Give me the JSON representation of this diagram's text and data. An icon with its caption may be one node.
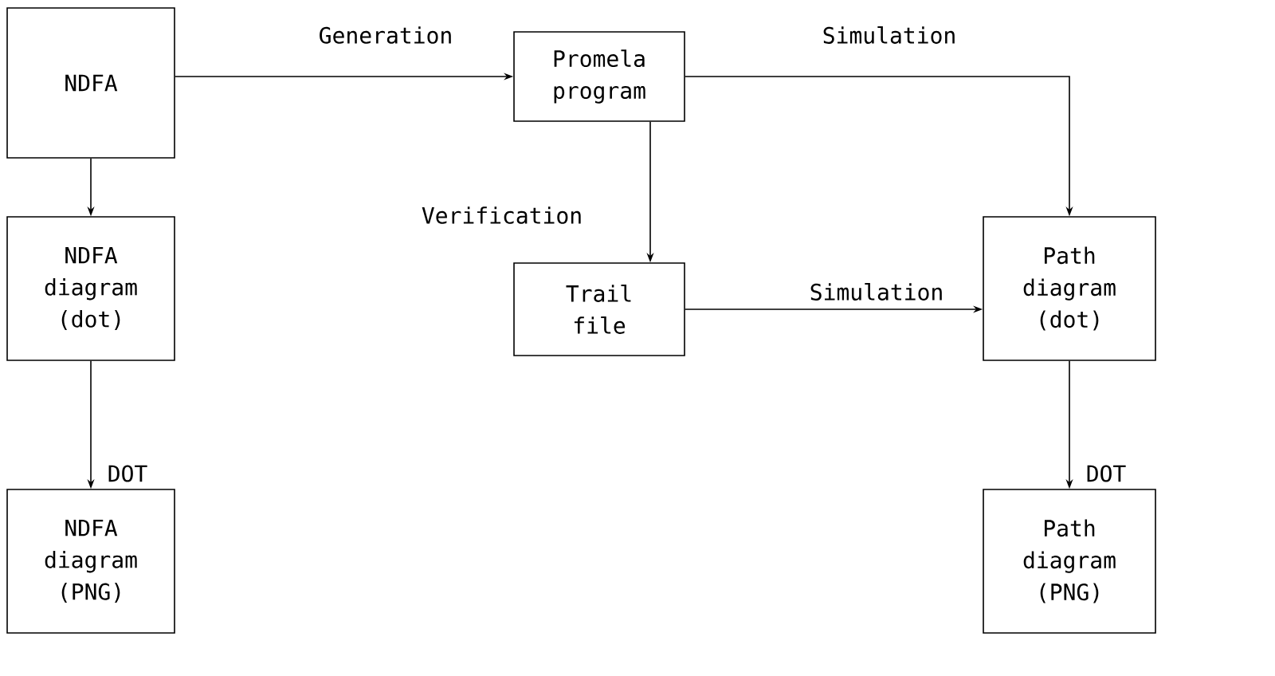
{
  "diagram": {
    "nodes": [
      {
        "text": [
          "NDFA"
        ]
      },
      {
        "text": [
          "Promela program"
        ]
      },
      {
        "text": [
          "NDFA diagram (dot)"
        ]
      },
      {
        "text": [
          "Trail file"
        ]
      },
      {
        "text": [
          "Path diagram (dot)"
        ]
      },
      {
        "text": [
          "NDFA diagram (PNG)"
        ]
      },
      {
        "text": [
          "Path diagram (PNG)"
        ]
      }
    ],
    "edges": [
      {
        "from": 0,
        "to": 1,
        "arrow": "to",
        "label": "Generation"
      },
      {
        "from": 1,
        "to": 4,
        "arrow": "to",
        "label": "Simulation"
      },
      {
        "from": 0,
        "to": 2,
        "arrow": "to"
      },
      {
        "from": 1,
        "to": 3,
        "arrow": "to",
        "label": "Verification"
      },
      {
        "from": 3,
        "to": 4,
        "arrow": "to",
        "label": "Simulation"
      },
      {
        "from": 2,
        "to": 5,
        "arrow": "to",
        "label": "DOT"
      },
      {
        "from": 4,
        "to": 6,
        "arrow": "to",
        "label": "DOT"
      }
    ]
  }
}
